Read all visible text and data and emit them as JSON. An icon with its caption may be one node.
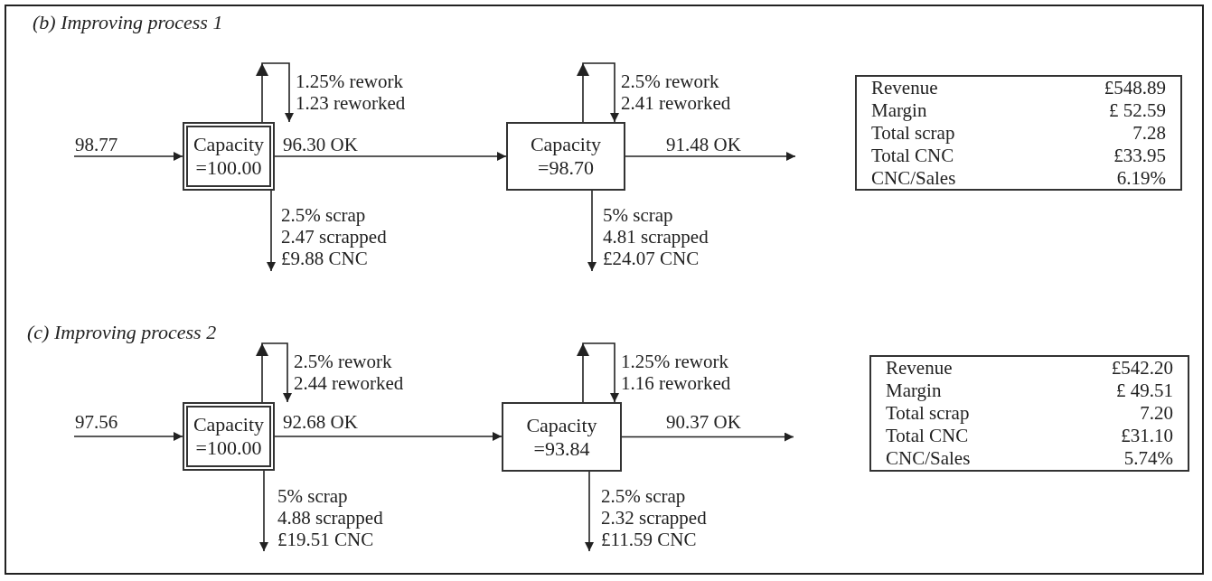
{
  "diagram": {
    "nodes": [
      {
        "text": [
          "Capacity =100.00"
        ]
      },
      {
        "text": [
          "Capacity =98.70"
        ]
      },
      {
        "text": [
          "Revenue",
          "£548.89",
          "Margin",
          "£ 52.59",
          "Total scrap",
          "7.28",
          "Total CNC",
          "£33.95",
          "CNC/Sales",
          "6.19%"
        ]
      },
      {
        "text": [
          "Capacity =100.00"
        ]
      },
      {
        "text": [
          "Capacity =93.84"
        ]
      },
      {
        "text": [
          "Revenue",
          "£542.20",
          "Margin",
          "£ 49.51",
          "Total scrap",
          "7.20",
          "Total CNC",
          "£31.10",
          "CNC/Sales",
          "5.74%"
        ]
      }
    ],
    "edges": [
      {
        "from": null,
        "to": 0,
        "arrow": "to",
        "label": "98.77"
      },
      {
        "from": 0,
        "to": 0,
        "arrow": "to",
        "label": "1.25% rework 1.23 reworked"
      },
      {
        "from": 0,
        "to": null,
        "arrow": "to",
        "label": "2.5% scrap 2.47 scrapped £9.88 CNC"
      },
      {
        "from": 0,
        "to": 1,
        "arrow": "to",
        "label": "96.30 OK"
      },
      {
        "from": 1,
        "to": 1,
        "arrow": "to",
        "label": "2.5% rework 2.41 reworked"
      },
      {
        "from": 1,
        "to": null,
        "arrow": "to",
        "label": "5% scrap 4.81 scrapped £24.07 CNC"
      },
      {
        "from": 1,
        "to": null,
        "arrow": "to",
        "label": "91.48 OK"
      },
      {
        "from": null,
        "to": 3,
        "arrow": "to",
        "label": "97.56"
      },
      {
        "from": 3,
        "to": 3,
        "arrow": "to",
        "label": "2.5% rework 2.44 reworked"
      },
      {
        "from": 3,
        "to": null,
        "arrow": "to",
        "label": "5% scrap 4.88 scrapped £19.51 CNC"
      },
      {
        "from": 3,
        "to": 4,
        "arrow": "to",
        "label": "92.68 OK"
      },
      {
        "from": 4,
        "to": 4,
        "arrow": "to",
        "label": "1.25% rework 1.16 reworked"
      },
      {
        "from": 4,
        "to": null,
        "arrow": "to",
        "label": "2.5% scrap 2.32 scrapped £11.59 CNC"
      },
      {
        "from": 4,
        "to": null,
        "arrow": "to",
        "label": "90.37 OK"
      }
    ],
    "labels": [
      "(b) Improving process 1",
      "(c) Improving process 2"
    ]
  }
}
